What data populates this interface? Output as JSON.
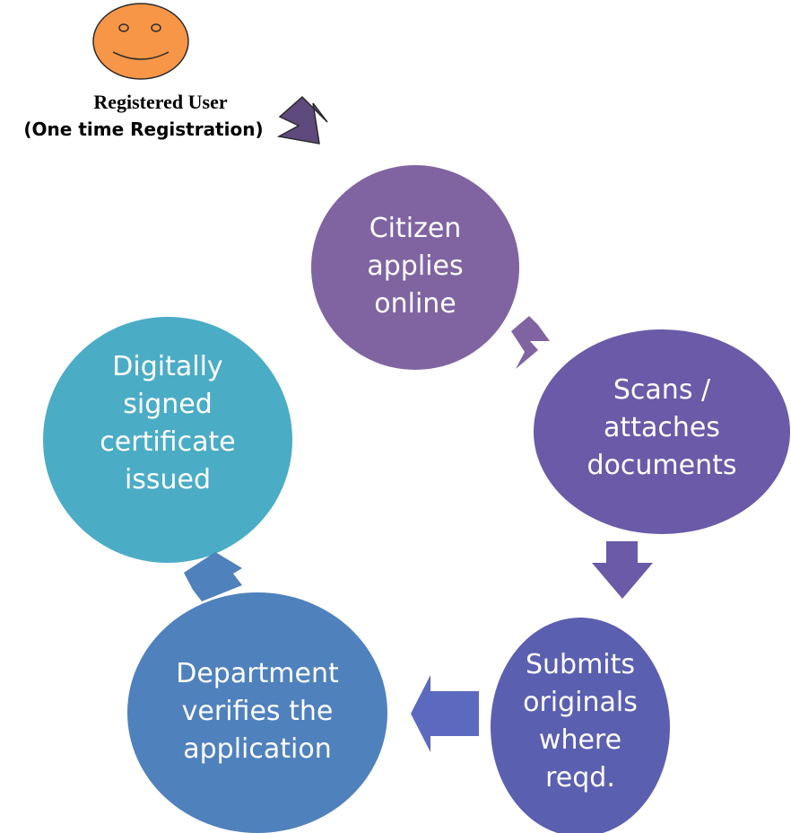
{
  "user": {
    "title": "Registered User",
    "subtitle": "(One time Registration)",
    "icon": "smiley-face-icon",
    "face_color": "#f79646"
  },
  "steps": [
    {
      "lines": [
        "Citizen",
        "applies",
        "online"
      ],
      "color": "#8064a2"
    },
    {
      "lines": [
        "Scans /",
        "attaches",
        "documents"
      ],
      "color": "#6a5aa8"
    },
    {
      "lines": [
        "Submits",
        "originals",
        "where",
        "reqd."
      ],
      "color": "#5b5fb0"
    },
    {
      "lines": [
        "Department",
        "verifies the",
        "application"
      ],
      "color": "#4f81bd"
    },
    {
      "lines": [
        "Digitally",
        "signed",
        "certificate",
        "issued"
      ],
      "color": "#4bacc6"
    }
  ],
  "arrow_colors": {
    "entry": "#5f4a7e",
    "step1_to_2": "#8064a2",
    "step2_to_3": "#6a5aa8",
    "step3_to_4": "#5b6abf",
    "step4_to_5": "#4f81bd"
  }
}
